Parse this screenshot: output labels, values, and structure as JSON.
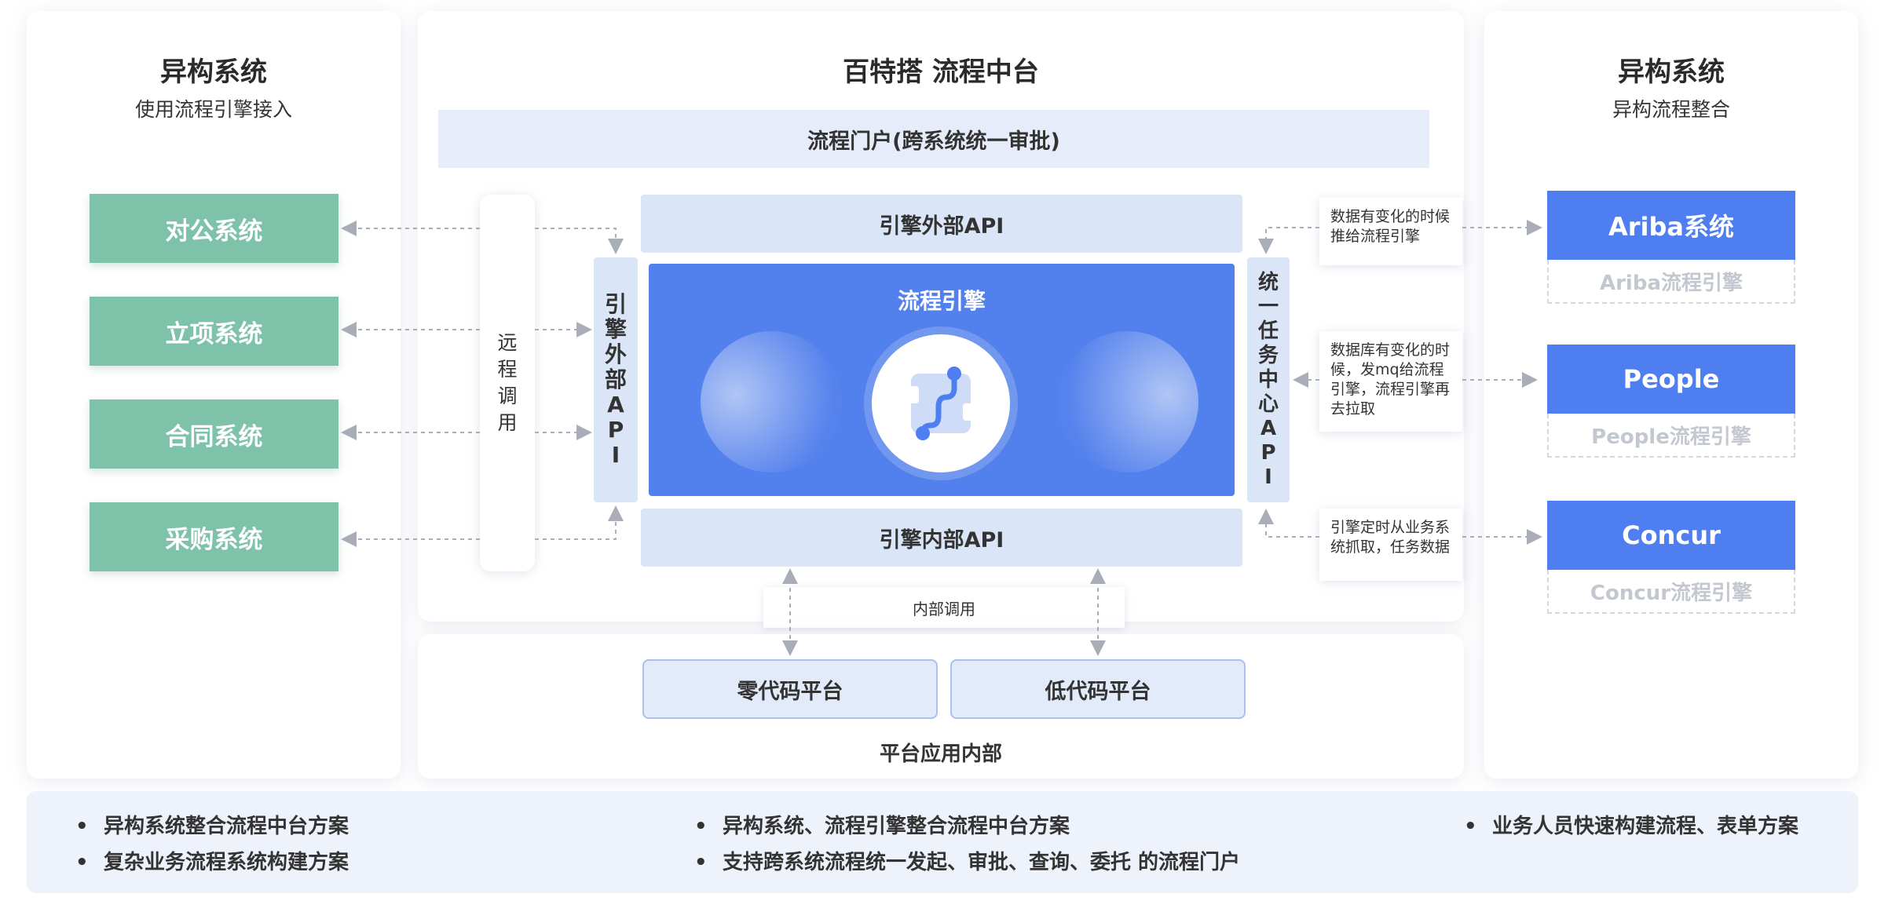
{
  "left_panel": {
    "title": "异构系统",
    "subtitle": "使用流程引擎接入",
    "systems": [
      "对公系统",
      "立项系统",
      "合同系统",
      "采购系统"
    ]
  },
  "center_panel": {
    "title": "百特搭 流程中台",
    "portal": "流程门户(跨系统统一审批)",
    "remote_call": [
      "远",
      "程",
      "调",
      "用"
    ],
    "engine_external_api_vertical": [
      "引",
      "擎",
      "外",
      "部",
      "A",
      "P",
      "I"
    ],
    "engine_external_api": "引擎外部API",
    "engine": "流程引擎",
    "engine_internal_api": "引擎内部API",
    "unified_task_api_vertical": [
      "统",
      "一",
      "任",
      "务",
      "中",
      "心",
      "A",
      "P",
      "I"
    ],
    "internal_call": "内部调用",
    "notes": [
      "数据有变化的时候推给流程引擎",
      "数据库有变化的时候，发mq给流程引擎，流程引擎再去拉取",
      "引擎定时从业务系统抓取，任务数据"
    ]
  },
  "platform_panel": {
    "zero_code": "零代码平台",
    "low_code": "低代码平台",
    "label": "平台应用内部"
  },
  "right_panel": {
    "title": "异构系统",
    "subtitle": "异构流程整合",
    "systems": [
      {
        "name": "Ariba系统",
        "engine": "Ariba流程引擎"
      },
      {
        "name": "People",
        "engine": "People流程引擎"
      },
      {
        "name": "Concur",
        "engine": "Concur流程引擎"
      }
    ]
  },
  "bottom_bar": {
    "bullet_glyph": "•",
    "col1": [
      "异构系统整合流程中台方案",
      "复杂业务流程系统构建方案"
    ],
    "col2": [
      "异构系统、流程引擎整合流程中台方案",
      "支持跨系统流程统一发起、审批、查询、委托 的流程门户"
    ],
    "col3": [
      "业务人员快速构建流程、表单方案"
    ]
  },
  "colors": {
    "green": "#7fc2aa",
    "engine_blue": "#5280ec",
    "system_blue": "#4f7ef0",
    "light_blue": "#dbe5f8",
    "arrow": "#a8adb8"
  },
  "icons": {
    "engine_icon": "flow-path-icon"
  }
}
